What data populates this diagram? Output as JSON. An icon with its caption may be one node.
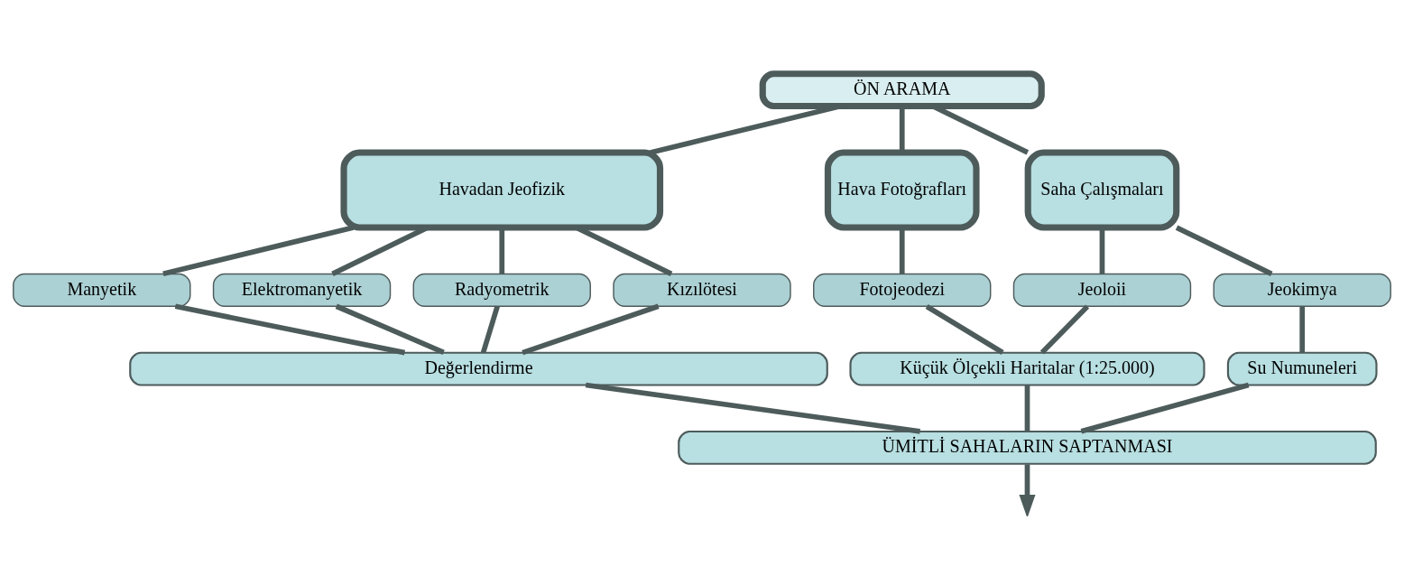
{
  "diagram": {
    "nodes": [
      {
        "text": [
          "ÖN ARAMA"
        ]
      },
      {
        "text": [
          "Havadan Jeofizik"
        ]
      },
      {
        "text": [
          "Hava Fotoğrafları"
        ]
      },
      {
        "text": [
          "Saha Çalışmaları"
        ]
      },
      {
        "text": [
          "Manyetik"
        ]
      },
      {
        "text": [
          "Elektromanyetik"
        ]
      },
      {
        "text": [
          "Radyometrik"
        ]
      },
      {
        "text": [
          "Kızılötesi"
        ]
      },
      {
        "text": [
          "Fotojeodezi"
        ]
      },
      {
        "text": [
          "Jeoloii"
        ]
      },
      {
        "text": [
          "Jeokimya"
        ]
      },
      {
        "text": [
          "Değerlendirme"
        ]
      },
      {
        "text": [
          "Küçük Ölçekli Haritalar (1:25.000)"
        ]
      },
      {
        "text": [
          "Su Numuneleri"
        ]
      },
      {
        "text": [
          "ÜMİTLİ SAHALARIN SAPTANMASI"
        ]
      }
    ],
    "edges": [
      {
        "from": 0,
        "to": 1,
        "arrow": "none"
      },
      {
        "from": 0,
        "to": 2,
        "arrow": "none"
      },
      {
        "from": 0,
        "to": 3,
        "arrow": "none"
      },
      {
        "from": 1,
        "to": 4,
        "arrow": "none"
      },
      {
        "from": 1,
        "to": 5,
        "arrow": "none"
      },
      {
        "from": 1,
        "to": 6,
        "arrow": "none"
      },
      {
        "from": 1,
        "to": 7,
        "arrow": "none"
      },
      {
        "from": 2,
        "to": 8,
        "arrow": "none"
      },
      {
        "from": 3,
        "to": 9,
        "arrow": "none"
      },
      {
        "from": 3,
        "to": 10,
        "arrow": "none"
      },
      {
        "from": 4,
        "to": 11,
        "arrow": "none"
      },
      {
        "from": 5,
        "to": 11,
        "arrow": "none"
      },
      {
        "from": 6,
        "to": 11,
        "arrow": "none"
      },
      {
        "from": 7,
        "to": 11,
        "arrow": "none"
      },
      {
        "from": 8,
        "to": 12,
        "arrow": "none"
      },
      {
        "from": 9,
        "to": 12,
        "arrow": "none"
      },
      {
        "from": 10,
        "to": 13,
        "arrow": "none"
      },
      {
        "from": 11,
        "to": 14,
        "arrow": "none"
      },
      {
        "from": 12,
        "to": 14,
        "arrow": "none"
      },
      {
        "from": 13,
        "to": 14,
        "arrow": "none"
      },
      {
        "from": 14,
        "to": null,
        "arrow": "to"
      }
    ]
  }
}
